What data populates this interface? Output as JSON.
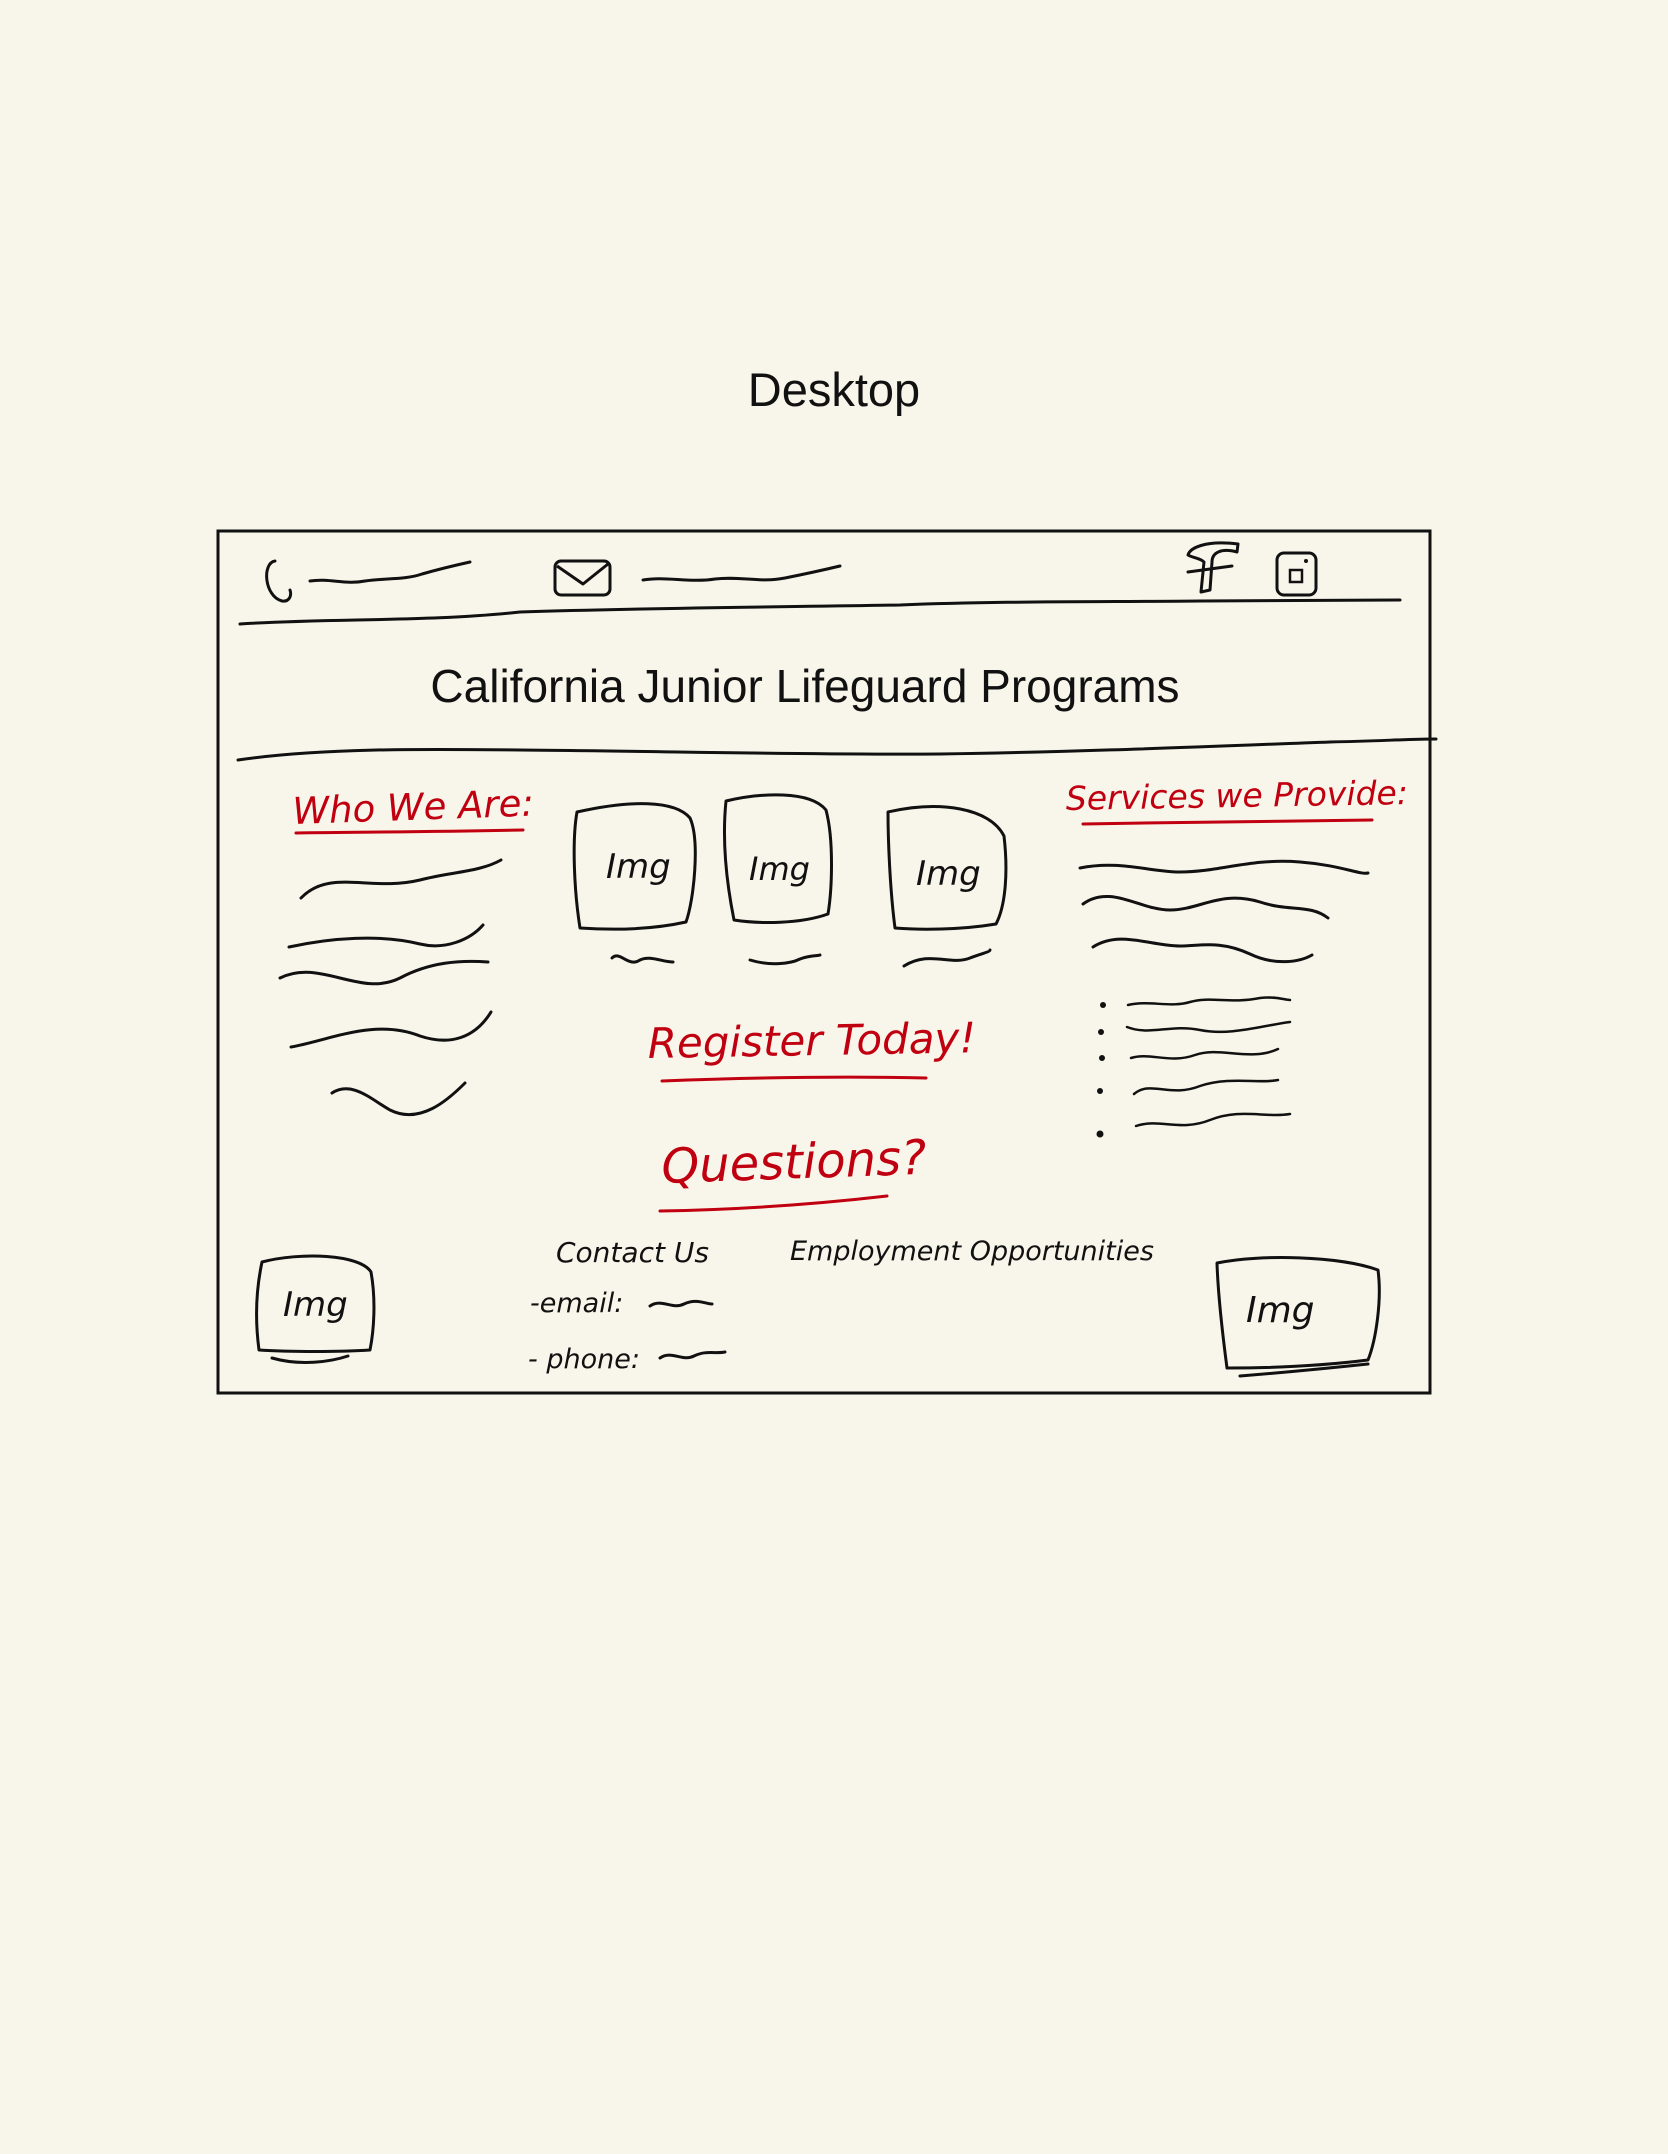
{
  "page": {
    "heading": "Desktop"
  },
  "wireframe": {
    "site_title": "California Junior Lifeguard Programs",
    "left_column": {
      "heading": "Who We Are:"
    },
    "gallery": {
      "images": [
        {
          "label": "Img"
        },
        {
          "label": "Img"
        },
        {
          "label": "Img"
        }
      ]
    },
    "right_column": {
      "heading": "Services we Provide:"
    },
    "cta": {
      "register": "Register Today!",
      "questions": "Questions?"
    },
    "footer": {
      "contact_heading": "Contact Us",
      "email_label": "-email:",
      "phone_label": "- phone:",
      "employment_link": "Employment Opportunities",
      "left_image": "Img",
      "right_image": "Img"
    },
    "colors": {
      "ink": "#111111",
      "accent_red": "#c00010",
      "paper": "#f8f6ea"
    },
    "icons": [
      "phone-icon",
      "email-icon",
      "facebook-icon",
      "instagram-icon"
    ]
  }
}
